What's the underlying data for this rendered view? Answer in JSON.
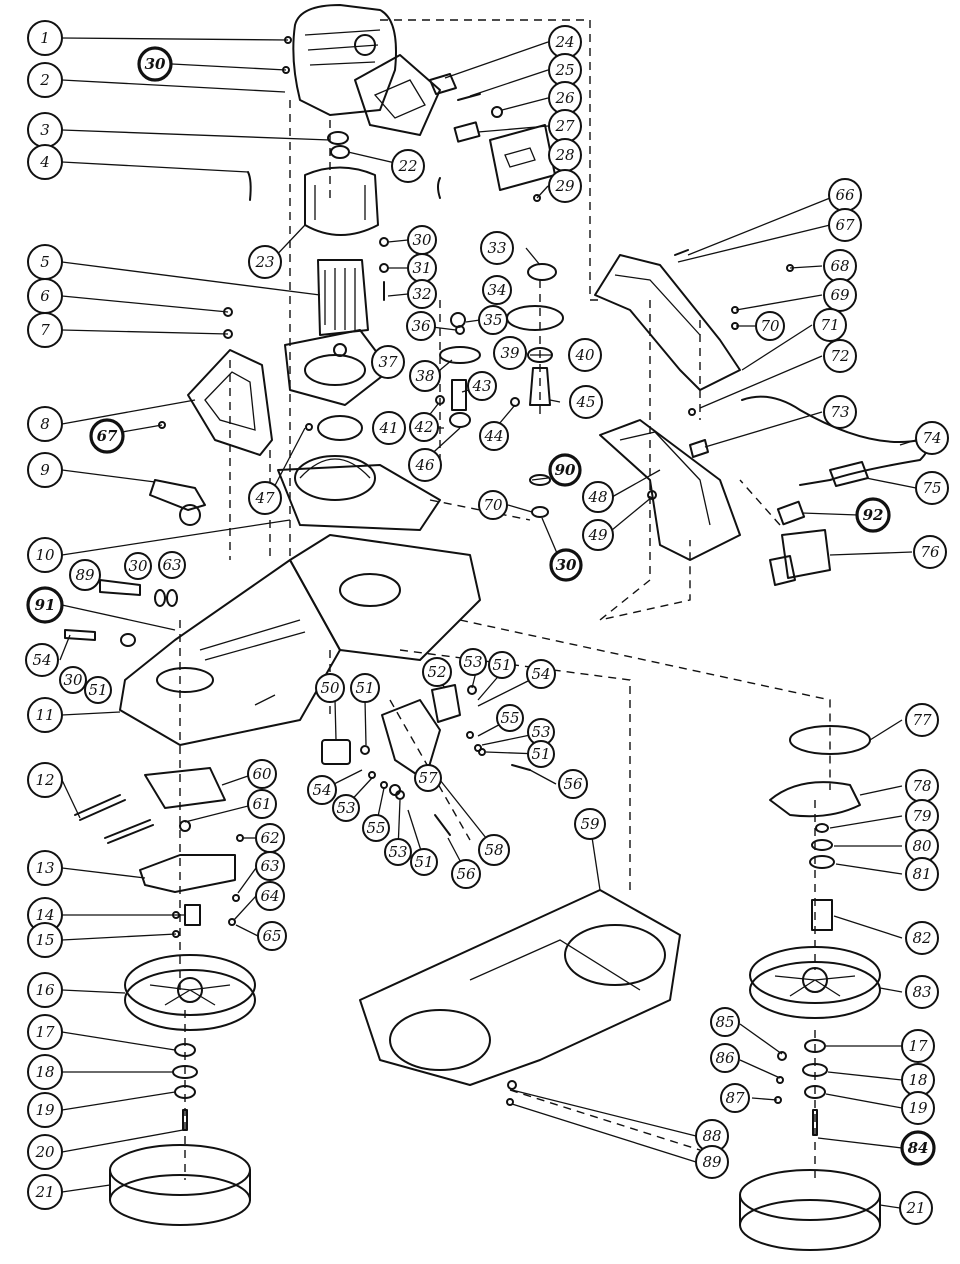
{
  "diagram": {
    "callouts": [
      "1",
      "30",
      "2",
      "3",
      "4",
      "5",
      "6",
      "7",
      "8",
      "67",
      "9",
      "10",
      "89",
      "30",
      "63",
      "91",
      "54",
      "30",
      "51",
      "11",
      "12",
      "13",
      "14",
      "15",
      "16",
      "17",
      "18",
      "19",
      "20",
      "21",
      "24",
      "25",
      "26",
      "27",
      "28",
      "29",
      "22",
      "23",
      "30",
      "31",
      "32",
      "33",
      "34",
      "35",
      "36",
      "37",
      "38",
      "39",
      "40",
      "41",
      "42",
      "43",
      "44",
      "45",
      "46",
      "47",
      "90",
      "70",
      "30",
      "66",
      "67",
      "68",
      "69",
      "70",
      "71",
      "72",
      "73",
      "74",
      "75",
      "48",
      "49",
      "92",
      "76",
      "50",
      "51",
      "52",
      "53",
      "51",
      "54",
      "55",
      "53",
      "51",
      "56",
      "54",
      "53",
      "55",
      "53",
      "51",
      "56",
      "57",
      "58",
      "59",
      "60",
      "61",
      "62",
      "63",
      "64",
      "65",
      "77",
      "78",
      "79",
      "80",
      "81",
      "82",
      "83",
      "85",
      "86",
      "87",
      "17",
      "18",
      "19",
      "84",
      "88",
      "89",
      "21"
    ]
  }
}
